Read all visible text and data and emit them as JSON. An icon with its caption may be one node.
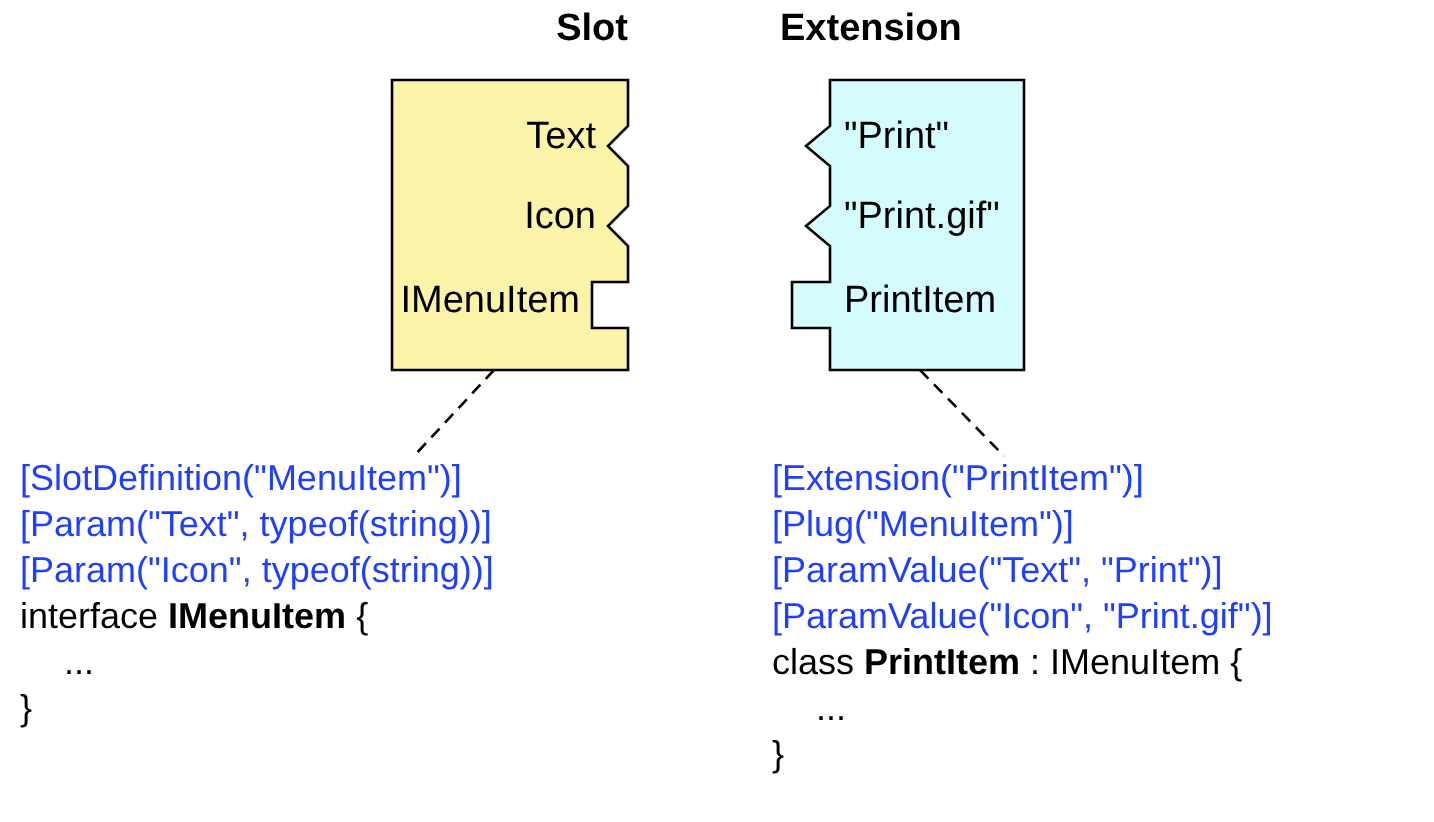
{
  "diagram": {
    "nodes": [
      {
        "text": [
          "Slot",
          "Text",
          "Icon",
          "IMenuItem"
        ]
      },
      {
        "text": [
          "Extension",
          "\"Print\"",
          "\"Print.gif\"",
          "PrintItem"
        ]
      },
      {
        "text": [
          "[SlotDefinition(\"MenuItem\")]",
          "[Param(\"Text\", typeof(string))]",
          "[Param(\"Icon\", typeof(string))]",
          "interface **IMenuItem** {",
          "...",
          "}"
        ]
      },
      {
        "text": [
          "[Extension(\"PrintItem\")]",
          "[Plug(\"MenuItem\")]",
          "[ParamValue(\"Text\", \"Print\")]",
          "[ParamValue(\"Icon\", \"Print.gif\")]",
          "class **PrintItem** : IMenuItem {",
          "...",
          "}"
        ]
      }
    ],
    "edges": [
      {
        "from": 0,
        "to": 2,
        "arrow": "none",
        "style": "dashed"
      },
      {
        "from": 1,
        "to": 3,
        "arrow": "none",
        "style": "dashed"
      }
    ]
  }
}
